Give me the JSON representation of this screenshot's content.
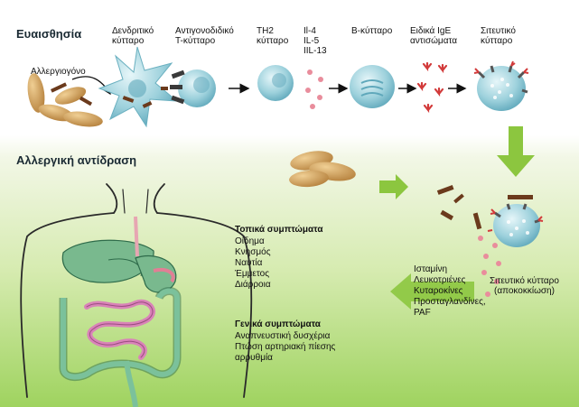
{
  "sections": {
    "sensitization": "Ευαισθησία",
    "allergic_reaction": "Αλλεργική αντίδραση"
  },
  "top_labels": {
    "allergen": "Αλλεργιογόνο",
    "dendritic_cell": "Δενδριτικό\nκύτταρο",
    "apc_t_cell": "Αντιγονοδιδικό\nT-κύτταρο",
    "th2_cell": "TH2\nκύτταρο",
    "interleukins": "Il-4\nIL-5\nIIL-13",
    "b_cell": "B-κύτταρο",
    "ige": "Ειδικά IgE\nαντισώματα",
    "mast_cell": "Σιτευτικό\nκύτταρο"
  },
  "reaction": {
    "mast_cell_degranulation": "Σιτευτικό κύτταρο\n(αποκοκκίωση)",
    "mediators": "Ισταμίνη\nΛευκοτριένες\nΚυταροκίνες\nΠροσταγλανδίνες,\nPAF"
  },
  "symptoms": {
    "local_title": "Τοπικά συμπτώματα",
    "local_items": "Οίδημα\nΚνησμός\nΝαυτία\nΈμμετος\nΔιάρροια",
    "general_title": "Γενικά συμπτώματα",
    "general_items": "Αναπνευστική δυσχέρια\nΠτώση αρτηριακή πίεσης\nαρρυθμία"
  },
  "colors": {
    "cell": "#9dd1dc",
    "cell_dark": "#5fa8bb",
    "arrow_green": "#8cc63f",
    "ige_red": "#d23a3a",
    "peanut": "#c89450"
  }
}
